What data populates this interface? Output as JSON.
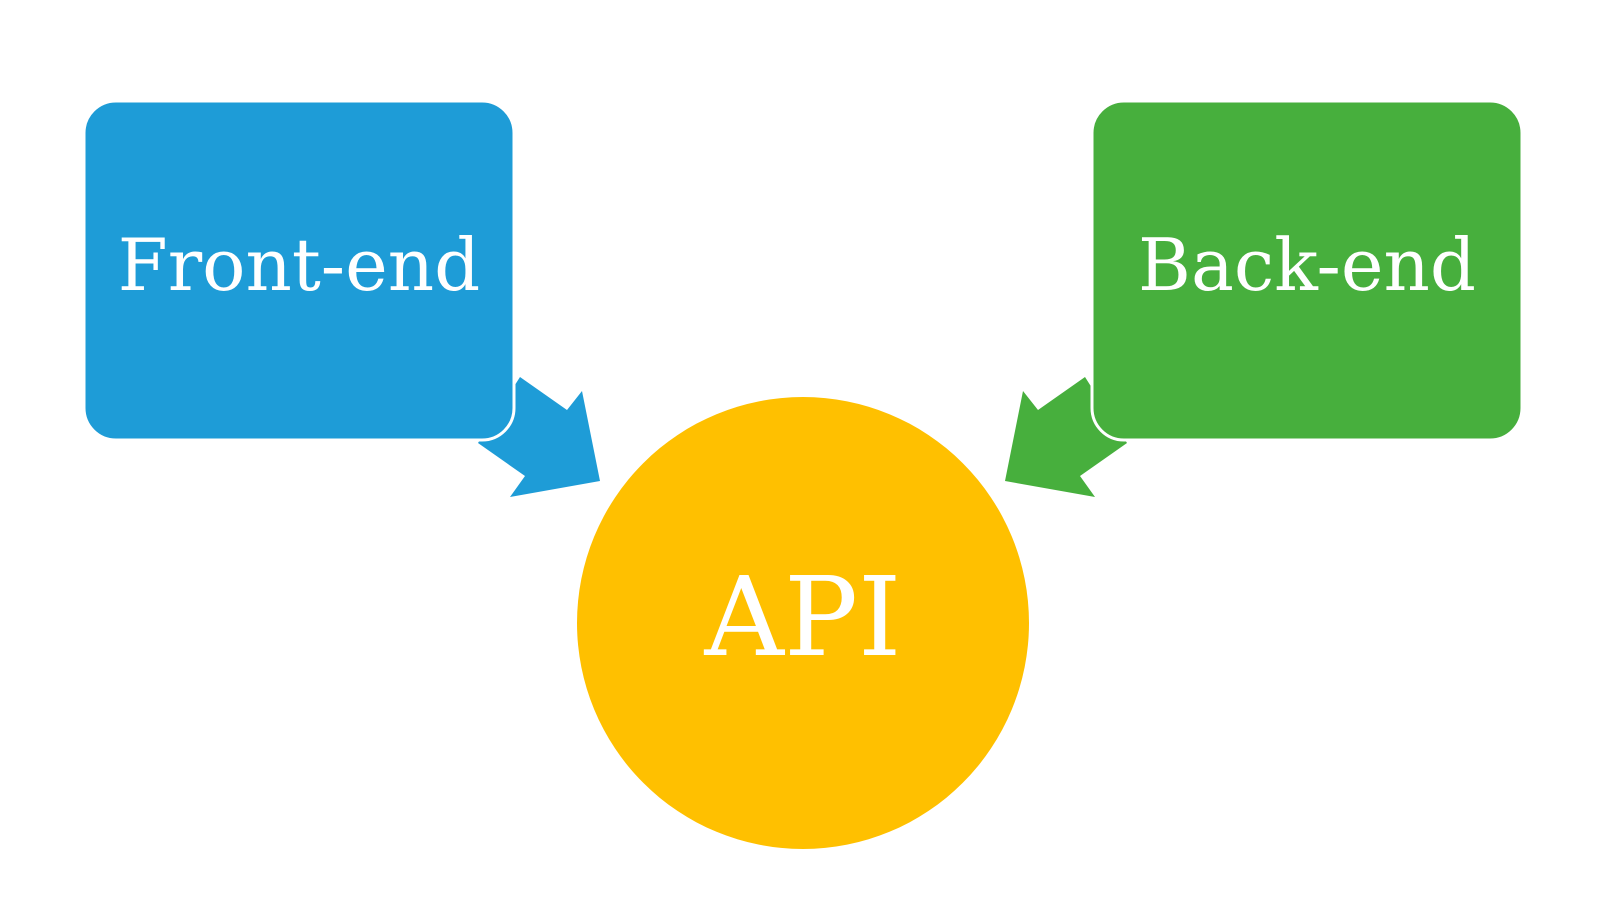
{
  "nodes": {
    "frontend": {
      "label": "Front-end",
      "color": "#1E9CD7"
    },
    "backend": {
      "label": "Back-end",
      "color": "#47AF3D"
    },
    "api": {
      "label": "API",
      "color": "#FFC000"
    }
  },
  "edges": [
    {
      "from": "frontend",
      "to": "api"
    },
    {
      "from": "backend",
      "to": "api"
    }
  ],
  "background": "#FFFFFF"
}
